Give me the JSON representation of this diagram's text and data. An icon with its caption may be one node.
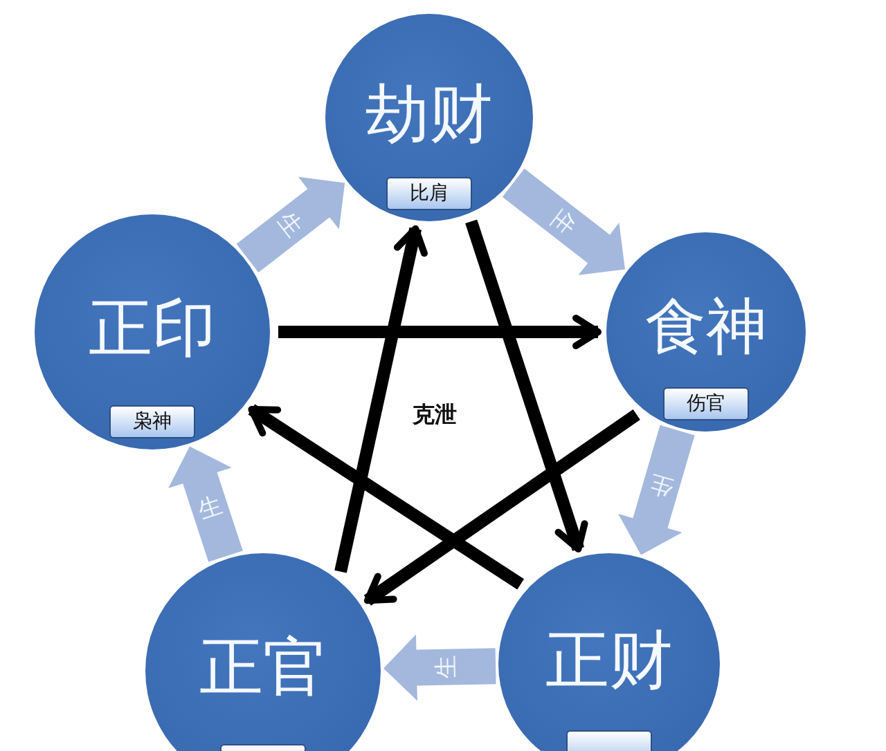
{
  "diagram": {
    "nodes": [
      {
        "text": [
          "劫财"
        ]
      },
      {
        "text": [
          "比肩"
        ],
        "in": 0
      },
      {
        "text": [
          "正印"
        ]
      },
      {
        "text": [
          "枭神"
        ],
        "in": 2
      },
      {
        "text": [
          "食神"
        ]
      },
      {
        "text": [
          "伤官"
        ],
        "in": 4
      },
      {
        "text": [
          "正官"
        ]
      },
      {
        "text": [],
        "shape": "box",
        "in": 6
      },
      {
        "text": [
          "正财"
        ]
      },
      {
        "text": [],
        "shape": "box",
        "in": 8
      }
    ],
    "edges": [
      {
        "from": 2,
        "to": 4,
        "arrow": "to"
      },
      {
        "from": 6,
        "to": 0,
        "arrow": "to"
      },
      {
        "from": 0,
        "to": 8,
        "arrow": "to"
      },
      {
        "from": 4,
        "to": 6,
        "arrow": "to"
      },
      {
        "from": 8,
        "to": 2,
        "arrow": "to"
      },
      {
        "from": 2,
        "to": 0,
        "arrow": "to",
        "label": "生",
        "style": "thick",
        "color": "#a3b8dc"
      },
      {
        "from": 0,
        "to": 4,
        "arrow": "to",
        "label": "生",
        "style": "thick",
        "color": "#a3b8dc"
      },
      {
        "from": 4,
        "to": 8,
        "arrow": "to",
        "label": "生",
        "style": "thick",
        "color": "#a3b8dc"
      },
      {
        "from": 8,
        "to": 6,
        "arrow": "to",
        "label": "生",
        "style": "thick",
        "color": "#a3b8dc"
      },
      {
        "from": 6,
        "to": 2,
        "arrow": "to",
        "label": "生",
        "style": "thick",
        "color": "#a3b8dc"
      }
    ],
    "labels": [
      "克泄"
    ]
  }
}
